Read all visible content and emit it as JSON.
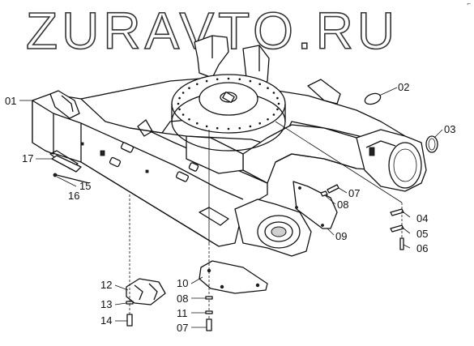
{
  "watermark": "ZURAVTO.RU",
  "corner_mark": "⌐",
  "labels": {
    "l01": "01",
    "l02": "02",
    "l03": "03",
    "l04": "04",
    "l05": "05",
    "l06": "06",
    "l07a": "07",
    "l07b": "07",
    "l08a": "08",
    "l08b": "08",
    "l09": "09",
    "l10": "10",
    "l11": "11",
    "l12": "12",
    "l13": "13",
    "l14": "14",
    "l15": "15",
    "l16": "16",
    "l17": "17"
  }
}
